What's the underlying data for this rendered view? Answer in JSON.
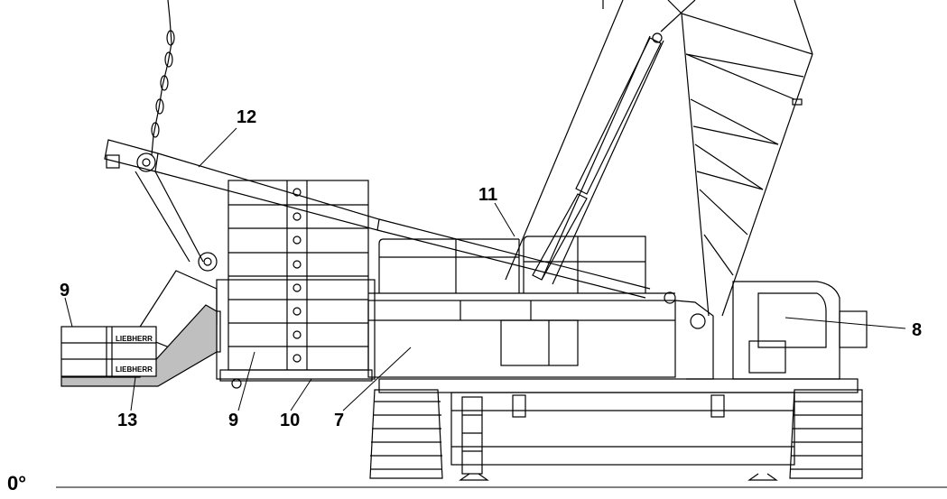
{
  "diagram": {
    "angle_label": "0°",
    "callouts": [
      {
        "id": "c12",
        "label": "12"
      },
      {
        "id": "c11",
        "label": "11"
      },
      {
        "id": "c9a",
        "label": "9"
      },
      {
        "id": "c9b",
        "label": "9"
      },
      {
        "id": "c13",
        "label": "13"
      },
      {
        "id": "c10",
        "label": "10"
      },
      {
        "id": "c7",
        "label": "7"
      },
      {
        "id": "c8",
        "label": "8"
      }
    ],
    "brand_text": "LIEBHERR"
  },
  "colors": {
    "line": "#000000",
    "shade": "#bfbfbf",
    "background": "#ffffff"
  }
}
